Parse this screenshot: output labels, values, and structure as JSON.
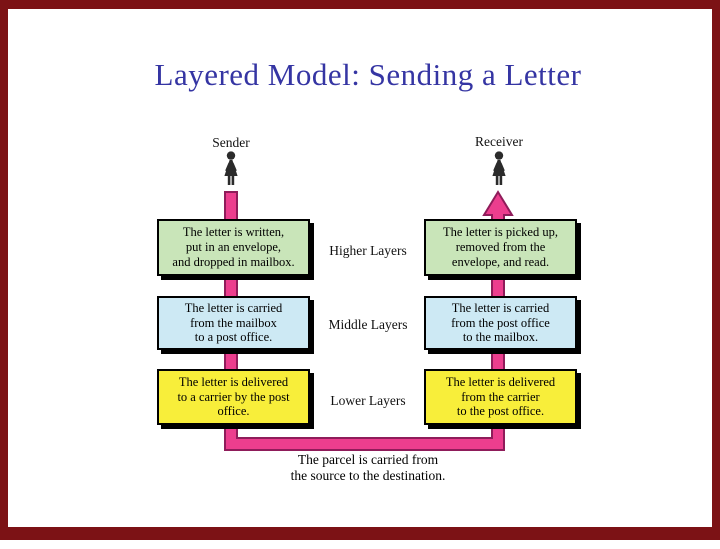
{
  "slide": {
    "title": "Layered Model: Sending a Letter",
    "sender_label": "Sender",
    "receiver_label": "Receiver",
    "rows": [
      {
        "layer_label": "Higher Layers",
        "left_text": "The letter is written,\nput in an envelope,\nand dropped in mailbox.",
        "right_text": "The letter is picked up,\nremoved from the\nenvelope, and read.",
        "box_color": "#c9e5b9"
      },
      {
        "layer_label": "Middle Layers",
        "left_text": "The letter is carried\nfrom the mailbox\nto a post office.",
        "right_text": "The letter is carried\nfrom the post office\nto the mailbox.",
        "box_color": "#cde9f4"
      },
      {
        "layer_label": "Lower Layers",
        "left_text": "The letter is delivered\nto a carrier by the post\noffice.",
        "right_text": "The letter is delivered\nfrom the carrier\nto the post office.",
        "box_color": "#f8ee3a"
      }
    ],
    "caption": "The parcel is carried from\nthe source to the destination.",
    "icons": {
      "sender": "person-icon",
      "receiver": "person-icon",
      "flow": "pink-flow-arrow"
    },
    "colors": {
      "title": "#3535a3",
      "slide_border": "#7c1215",
      "flow_fill": "#ec3e8e",
      "flow_outline": "#8f1c5a",
      "box_border": "#000000",
      "box_shadow": "#000000"
    }
  }
}
